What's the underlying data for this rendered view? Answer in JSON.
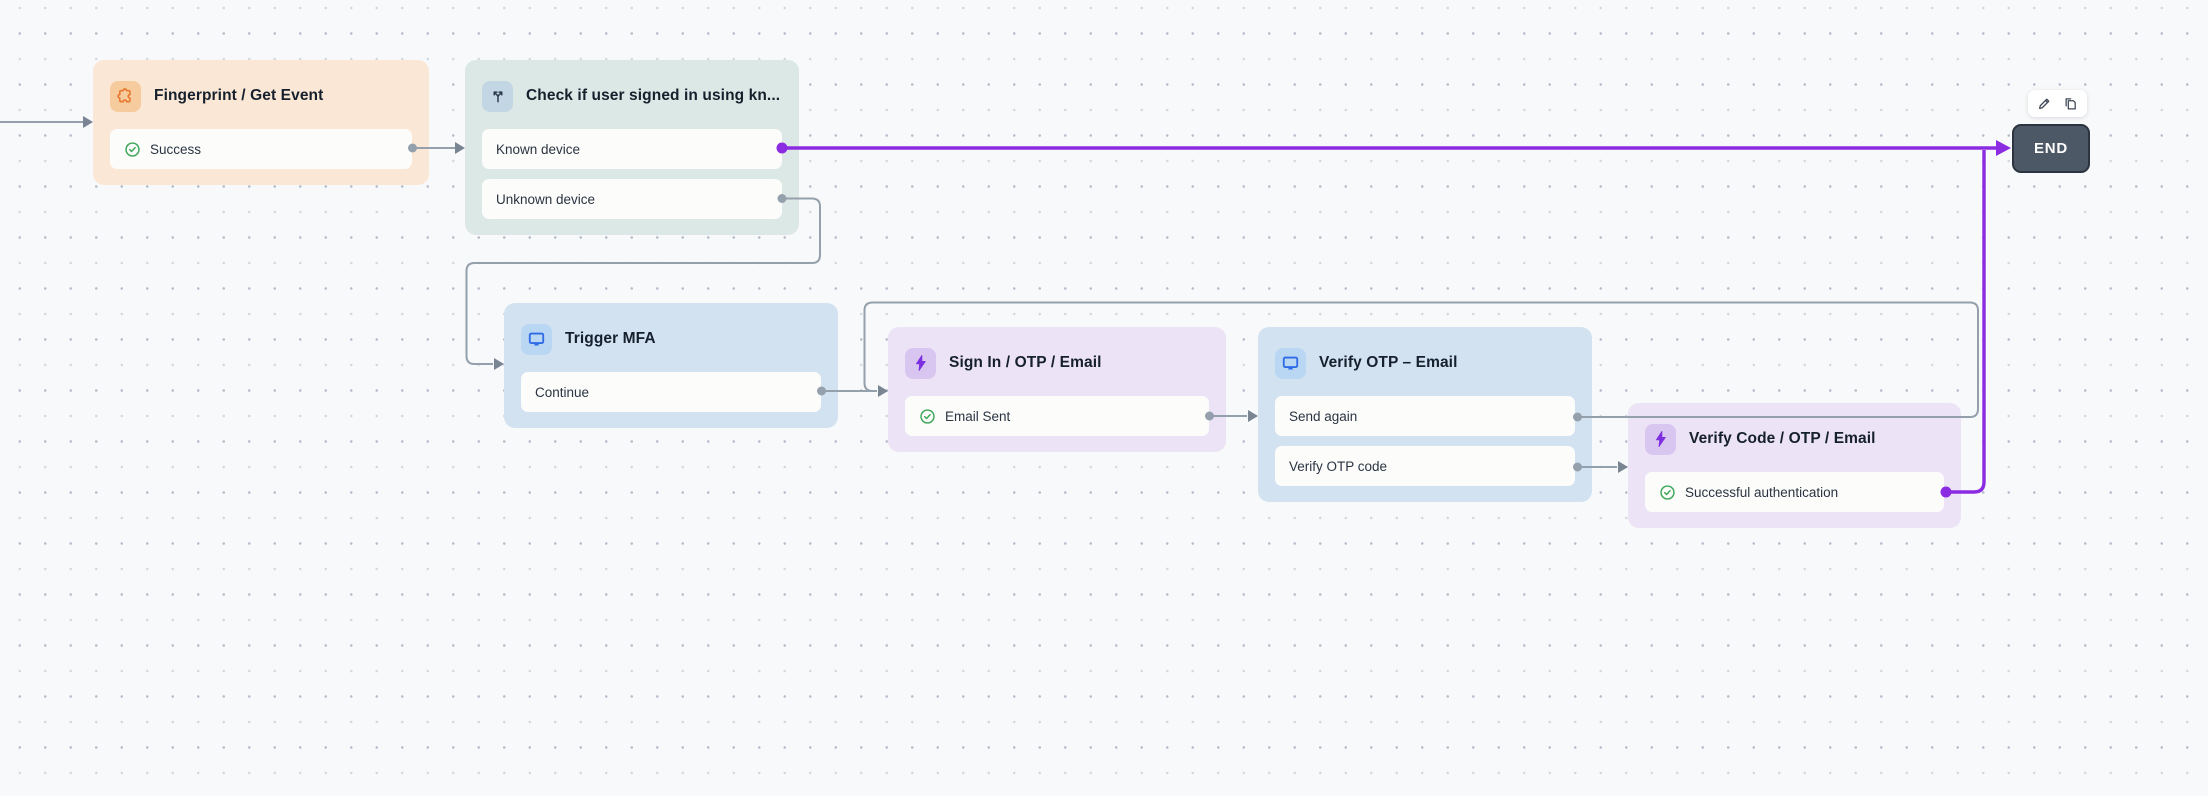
{
  "flow": {
    "nodes": [
      {
        "title": "Fingerprint / Get Event",
        "icon": "fingerprint-icon",
        "theme": "orange",
        "rows": [
          {
            "label": "Success",
            "status_icon": "check-circle-icon"
          }
        ]
      },
      {
        "title": "Check if user signed in using kn...",
        "icon": "branch-split-icon",
        "theme": "teal",
        "rows": [
          {
            "label": "Known device"
          },
          {
            "label": "Unknown device"
          }
        ]
      },
      {
        "title": "Trigger MFA",
        "icon": "screen-icon",
        "theme": "blue",
        "rows": [
          {
            "label": "Continue"
          }
        ]
      },
      {
        "title": "Sign In / OTP / Email",
        "icon": "bolt-icon",
        "theme": "purple",
        "rows": [
          {
            "label": "Email Sent",
            "status_icon": "check-circle-icon"
          }
        ]
      },
      {
        "title": "Verify OTP – Email",
        "icon": "screen-icon",
        "theme": "blue",
        "rows": [
          {
            "label": "Send again"
          },
          {
            "label": "Verify OTP code"
          }
        ]
      },
      {
        "title": "Verify Code / OTP / Email",
        "icon": "bolt-icon",
        "theme": "purple",
        "rows": [
          {
            "label": "Successful authentication",
            "status_icon": "check-circle-icon"
          }
        ]
      }
    ],
    "end_node": {
      "label": "END"
    },
    "toolbar": {
      "icons": [
        "pencil-icon",
        "copy-icon"
      ]
    },
    "colors": {
      "edge_gray": "#95a0ad",
      "edge_purple": "#8b2be2",
      "success_green": "#3da758",
      "node_orange_bg": "#fbe7d6",
      "node_teal_bg": "#dce8e6",
      "node_blue_bg": "#d3e2f1",
      "node_purple_bg": "#ece3f6",
      "end_bg": "#4d5866",
      "canvas_bg": "#f8f9fa"
    }
  }
}
